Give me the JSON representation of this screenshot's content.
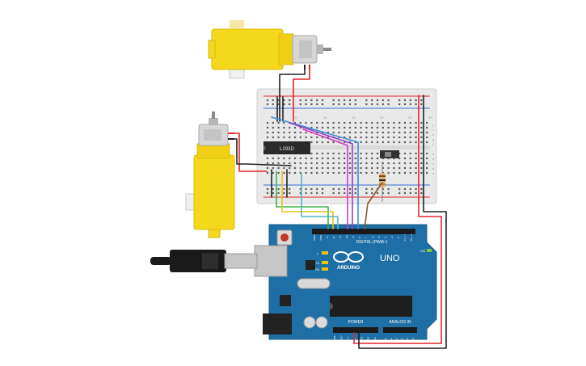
{
  "chip": {
    "label": "L293D"
  },
  "board": {
    "brand": "ARDUINO",
    "model": "UNO",
    "digital_header": "DIGITAL (PWM~)",
    "power_header": "POWER",
    "analog_header": "ANALOG IN",
    "led_labels": [
      "L",
      "TX",
      "RX",
      "ON"
    ],
    "power_pins": [
      "IOREF",
      "RESET",
      "3V3",
      "5V",
      "GND",
      "GND",
      "VIN"
    ],
    "analog_pins": [
      "A0",
      "A1",
      "A2",
      "A3",
      "A4",
      "A5"
    ],
    "digital_pins": [
      "AREF",
      "GND",
      "13",
      "12",
      "~11",
      "~10",
      "~9",
      "8",
      "7",
      "~6",
      "~5",
      "4",
      "~3",
      "2",
      "TX→1",
      "RX←0"
    ]
  },
  "breadboard": {
    "column_numbers": [
      "1",
      "5",
      "10",
      "15",
      "20",
      "25",
      "30"
    ],
    "row_letters_left": [
      "a",
      "b",
      "c",
      "d",
      "e"
    ],
    "row_letters_right": [
      "f",
      "g",
      "h",
      "i",
      "j"
    ]
  },
  "colors": {
    "motor_yellow": "#f4d81c",
    "board_blue": "#1d6fa5",
    "wire_red": "#e0262c",
    "wire_black": "#222222",
    "wire_blue": "#3a8fd8",
    "wire_purple": "#9b3fc0",
    "wire_magenta": "#d23cc7",
    "wire_green": "#3bb54a",
    "wire_yellow": "#e8c417",
    "wire_cyan": "#4fb7c9",
    "wire_brown": "#8a5a2b"
  }
}
